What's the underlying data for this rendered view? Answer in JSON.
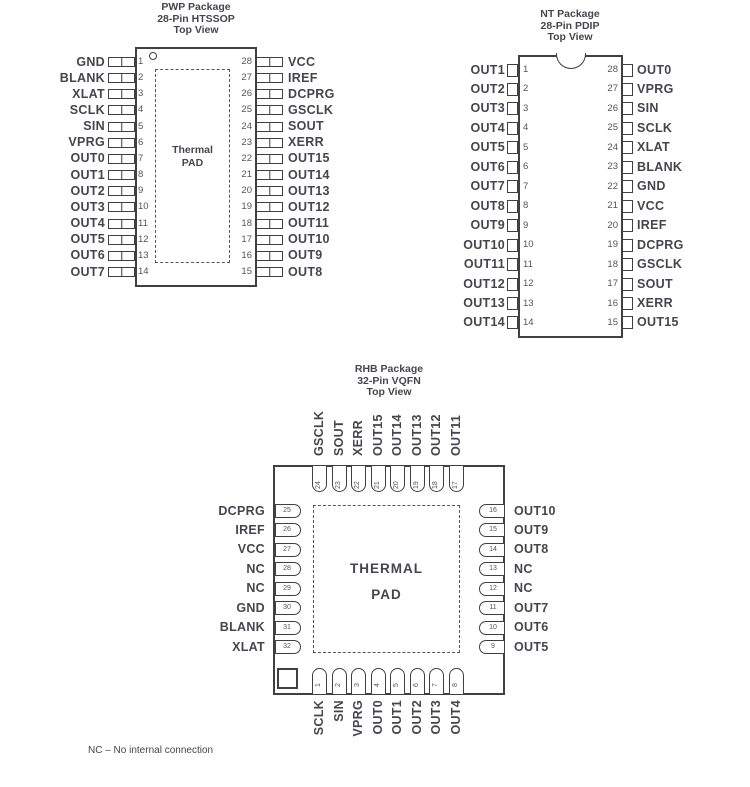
{
  "note": "NC – No internal connection",
  "packages": {
    "pwp": {
      "title_lines": [
        "PWP Package",
        "28-Pin HTSSOP",
        "Top View"
      ],
      "pad_lines": [
        "Thermal",
        "PAD"
      ],
      "left_pins": [
        {
          "num": 1,
          "name": "GND"
        },
        {
          "num": 2,
          "name": "BLANK"
        },
        {
          "num": 3,
          "name": "XLAT"
        },
        {
          "num": 4,
          "name": "SCLK"
        },
        {
          "num": 5,
          "name": "SIN"
        },
        {
          "num": 6,
          "name": "VPRG"
        },
        {
          "num": 7,
          "name": "OUT0"
        },
        {
          "num": 8,
          "name": "OUT1"
        },
        {
          "num": 9,
          "name": "OUT2"
        },
        {
          "num": 10,
          "name": "OUT3"
        },
        {
          "num": 11,
          "name": "OUT4"
        },
        {
          "num": 12,
          "name": "OUT5"
        },
        {
          "num": 13,
          "name": "OUT6"
        },
        {
          "num": 14,
          "name": "OUT7"
        }
      ],
      "right_pins": [
        {
          "num": 28,
          "name": "VCC"
        },
        {
          "num": 27,
          "name": "IREF"
        },
        {
          "num": 26,
          "name": "DCPRG"
        },
        {
          "num": 25,
          "name": "GSCLK"
        },
        {
          "num": 24,
          "name": "SOUT"
        },
        {
          "num": 23,
          "name": "XERR"
        },
        {
          "num": 22,
          "name": "OUT15"
        },
        {
          "num": 21,
          "name": "OUT14"
        },
        {
          "num": 20,
          "name": "OUT13"
        },
        {
          "num": 19,
          "name": "OUT12"
        },
        {
          "num": 18,
          "name": "OUT11"
        },
        {
          "num": 17,
          "name": "OUT10"
        },
        {
          "num": 16,
          "name": "OUT9"
        },
        {
          "num": 15,
          "name": "OUT8"
        }
      ]
    },
    "nt": {
      "title_lines": [
        "NT Package",
        "28-Pin PDIP",
        "Top View"
      ],
      "left_pins": [
        {
          "num": 1,
          "name": "OUT1"
        },
        {
          "num": 2,
          "name": "OUT2"
        },
        {
          "num": 3,
          "name": "OUT3"
        },
        {
          "num": 4,
          "name": "OUT4"
        },
        {
          "num": 5,
          "name": "OUT5"
        },
        {
          "num": 6,
          "name": "OUT6"
        },
        {
          "num": 7,
          "name": "OUT7"
        },
        {
          "num": 8,
          "name": "OUT8"
        },
        {
          "num": 9,
          "name": "OUT9"
        },
        {
          "num": 10,
          "name": "OUT10"
        },
        {
          "num": 11,
          "name": "OUT11"
        },
        {
          "num": 12,
          "name": "OUT12"
        },
        {
          "num": 13,
          "name": "OUT13"
        },
        {
          "num": 14,
          "name": "OUT14"
        }
      ],
      "right_pins": [
        {
          "num": 28,
          "name": "OUT0"
        },
        {
          "num": 27,
          "name": "VPRG"
        },
        {
          "num": 26,
          "name": "SIN"
        },
        {
          "num": 25,
          "name": "SCLK"
        },
        {
          "num": 24,
          "name": "XLAT"
        },
        {
          "num": 23,
          "name": "BLANK"
        },
        {
          "num": 22,
          "name": "GND"
        },
        {
          "num": 21,
          "name": "VCC"
        },
        {
          "num": 20,
          "name": "IREF"
        },
        {
          "num": 19,
          "name": "DCPRG"
        },
        {
          "num": 18,
          "name": "GSCLK"
        },
        {
          "num": 17,
          "name": "SOUT"
        },
        {
          "num": 16,
          "name": "XERR"
        },
        {
          "num": 15,
          "name": "OUT15"
        }
      ]
    },
    "rhb": {
      "title_lines": [
        "RHB Package",
        "32-Pin VQFN",
        "Top View"
      ],
      "pad_lines": [
        "THERMAL",
        "PAD"
      ],
      "top_pins": [
        {
          "num": 24,
          "name": "GSCLK"
        },
        {
          "num": 23,
          "name": "SOUT"
        },
        {
          "num": 22,
          "name": "XERR"
        },
        {
          "num": 21,
          "name": "OUT15"
        },
        {
          "num": 20,
          "name": "OUT14"
        },
        {
          "num": 19,
          "name": "OUT13"
        },
        {
          "num": 18,
          "name": "OUT12"
        },
        {
          "num": 17,
          "name": "OUT11"
        }
      ],
      "left_pins": [
        {
          "num": 25,
          "name": "DCPRG"
        },
        {
          "num": 26,
          "name": "IREF"
        },
        {
          "num": 27,
          "name": "VCC"
        },
        {
          "num": 28,
          "name": "NC"
        },
        {
          "num": 29,
          "name": "NC"
        },
        {
          "num": 30,
          "name": "GND"
        },
        {
          "num": 31,
          "name": "BLANK"
        },
        {
          "num": 32,
          "name": "XLAT"
        }
      ],
      "right_pins": [
        {
          "num": 16,
          "name": "OUT10"
        },
        {
          "num": 15,
          "name": "OUT9"
        },
        {
          "num": 14,
          "name": "OUT8"
        },
        {
          "num": 13,
          "name": "NC"
        },
        {
          "num": 12,
          "name": "NC"
        },
        {
          "num": 11,
          "name": "OUT7"
        },
        {
          "num": 10,
          "name": "OUT6"
        },
        {
          "num": 9,
          "name": "OUT5"
        }
      ],
      "bottom_pins": [
        {
          "num": 1,
          "name": "SCLK"
        },
        {
          "num": 2,
          "name": "SIN"
        },
        {
          "num": 3,
          "name": "VPRG"
        },
        {
          "num": 4,
          "name": "OUT0"
        },
        {
          "num": 5,
          "name": "OUT1"
        },
        {
          "num": 6,
          "name": "OUT2"
        },
        {
          "num": 7,
          "name": "OUT3"
        },
        {
          "num": 8,
          "name": "OUT4"
        }
      ]
    }
  }
}
